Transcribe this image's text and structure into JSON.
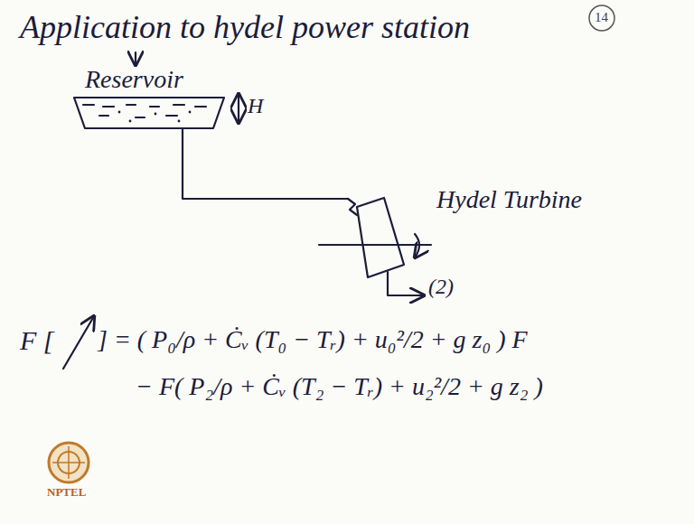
{
  "diagram": {
    "title": "Application to hydel power station",
    "nodes": [
      {
        "text": [
          "Reservoir"
        ]
      },
      {
        "text": [
          "Hydel Turbine"
        ]
      }
    ],
    "edges": [
      {
        "from": 0,
        "to": 1,
        "arrow": "none"
      }
    ],
    "labels": [
      "14",
      "H",
      "(2)",
      "F [",
      "] = ( P₀/ρ + Ċᵥ (T₀ − Tᵣ) + u₀²/2 + g z₀ ) F",
      "− F( P₂/ρ + Ċᵥ (T₂ − Tᵣ) + u₂²/2 + g z₂ )",
      "NPTEL"
    ]
  }
}
